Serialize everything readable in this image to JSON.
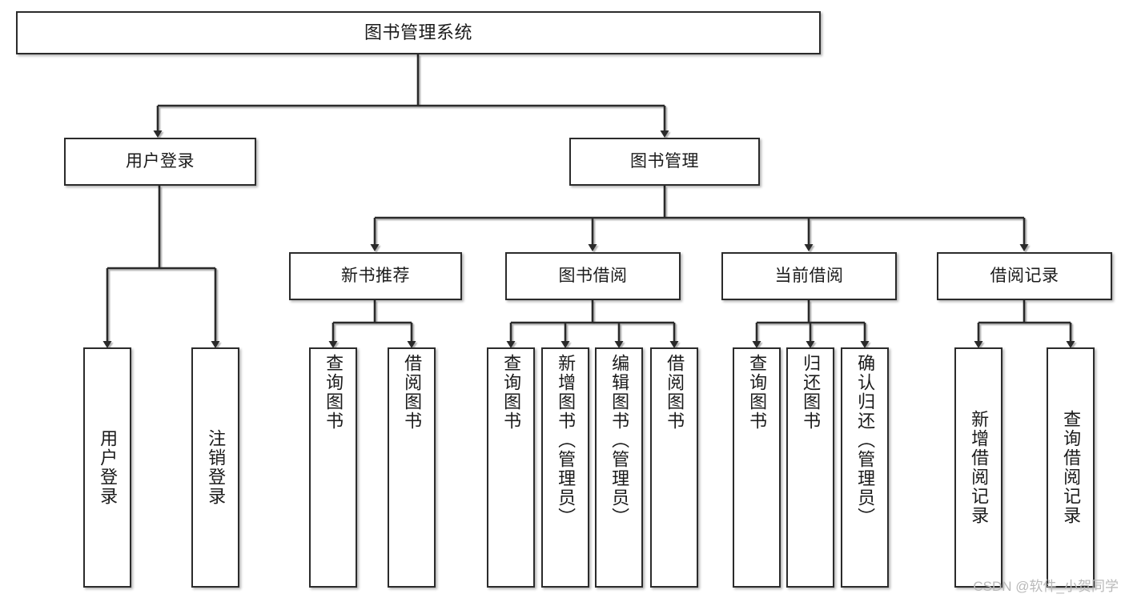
{
  "diagram": {
    "type": "hierarchy-tree",
    "title": "图书管理系统",
    "watermark": "CSDN @软件_小贺同学",
    "colors": {
      "stroke": "#2b2b2b",
      "fill": "#ffffff",
      "text": "#1b1b1b",
      "watermark": "#b9b9b9"
    },
    "nodes": {
      "root": {
        "label": "图书管理系统"
      },
      "level2": [
        {
          "label": "用户登录"
        },
        {
          "label": "图书管理"
        }
      ],
      "level3": [
        {
          "label": "新书推荐"
        },
        {
          "label": "图书借阅"
        },
        {
          "label": "当前借阅"
        },
        {
          "label": "借阅记录"
        }
      ],
      "leaves": {
        "user_login": [
          {
            "label": "用户登录"
          },
          {
            "label": "注销登录"
          }
        ],
        "new_book": [
          {
            "label": "查询图书"
          },
          {
            "label": "借阅图书"
          }
        ],
        "book_borrow": [
          {
            "label": "查询图书"
          },
          {
            "label": "新增图书（管理员）"
          },
          {
            "label": "编辑图书（管理员）"
          },
          {
            "label": "借阅图书"
          }
        ],
        "current_borrow": [
          {
            "label": "查询图书"
          },
          {
            "label": "归还图书"
          },
          {
            "label": "确认归还（管理员）"
          }
        ],
        "borrow_record": [
          {
            "label": "新增借阅记录"
          },
          {
            "label": "查询借阅记录"
          }
        ]
      }
    }
  }
}
